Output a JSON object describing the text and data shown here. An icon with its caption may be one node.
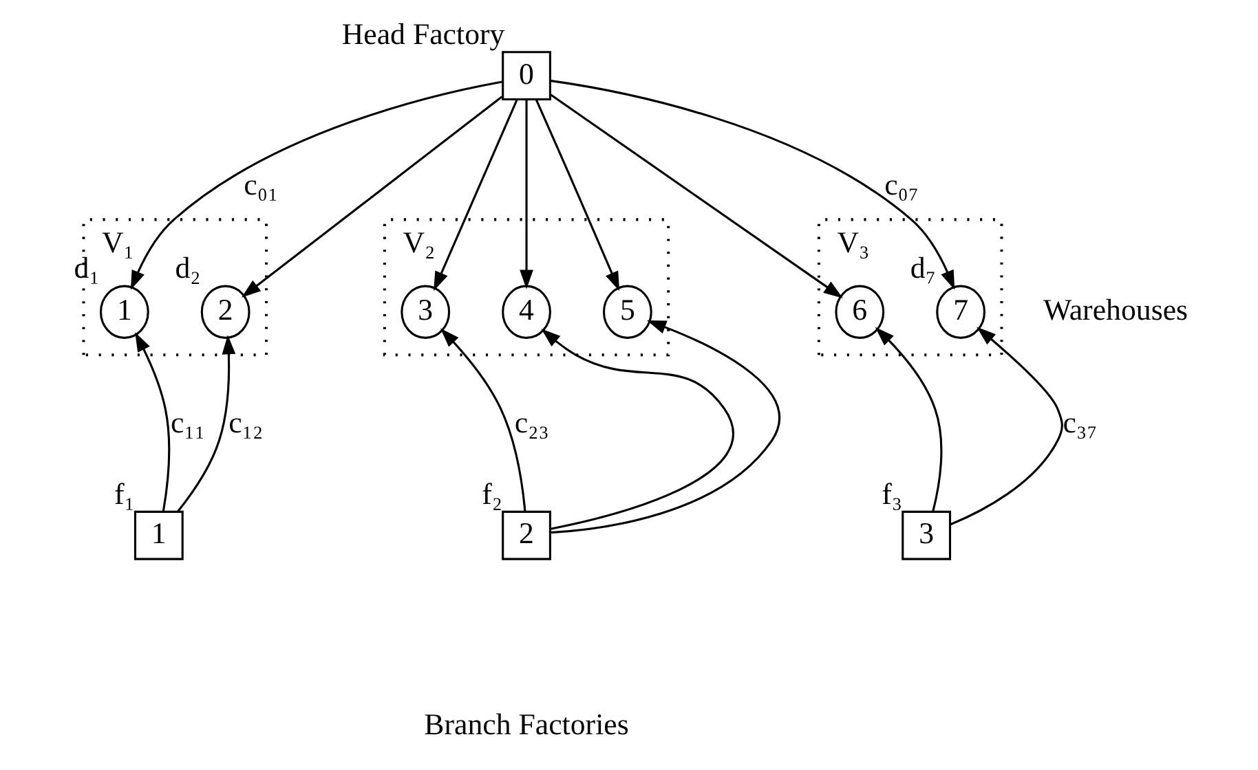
{
  "diagram": {
    "nodes": [
      {
        "text": [
          "0"
        ],
        "beside": [
          "Head Factory"
        ]
      },
      {
        "text": [
          "V₁"
        ]
      },
      {
        "text": [
          "1"
        ],
        "in": 1,
        "beside": [
          "d₁"
        ]
      },
      {
        "text": [
          "2"
        ],
        "in": 1,
        "beside": [
          "d₂"
        ]
      },
      {
        "text": [
          "V₂"
        ]
      },
      {
        "text": [
          "3"
        ],
        "in": 4
      },
      {
        "text": [
          "4"
        ],
        "in": 4
      },
      {
        "text": [
          "5"
        ],
        "in": 4
      },
      {
        "text": [
          "V₃"
        ]
      },
      {
        "text": [
          "6"
        ],
        "in": 8
      },
      {
        "text": [
          "7"
        ],
        "in": 8,
        "beside": [
          "d₇"
        ]
      },
      {
        "text": [
          "1"
        ],
        "beside": [
          "f₁"
        ]
      },
      {
        "text": [
          "2"
        ],
        "beside": [
          "f₂"
        ]
      },
      {
        "text": [
          "3"
        ],
        "beside": [
          "f₃"
        ]
      }
    ],
    "edges": [
      {
        "from": 0,
        "to": 2,
        "arrow": "to",
        "label": "c₀₁"
      },
      {
        "from": 0,
        "to": 3,
        "arrow": "to"
      },
      {
        "from": 0,
        "to": 5,
        "arrow": "to"
      },
      {
        "from": 0,
        "to": 6,
        "arrow": "to"
      },
      {
        "from": 0,
        "to": 7,
        "arrow": "to"
      },
      {
        "from": 0,
        "to": 9,
        "arrow": "to"
      },
      {
        "from": 0,
        "to": 10,
        "arrow": "to",
        "label": "c₀₇"
      },
      {
        "from": 11,
        "to": 2,
        "arrow": "to",
        "label": "c₁₁"
      },
      {
        "from": 11,
        "to": 3,
        "arrow": "to",
        "label": "c₁₂"
      },
      {
        "from": 12,
        "to": 5,
        "arrow": "to",
        "label": "c₂₃"
      },
      {
        "from": 12,
        "to": 6,
        "arrow": "to"
      },
      {
        "from": 12,
        "to": 7,
        "arrow": "to"
      },
      {
        "from": 13,
        "to": 9,
        "arrow": "to"
      },
      {
        "from": 13,
        "to": 10,
        "arrow": "to",
        "label": "c₃₇"
      }
    ],
    "labels": [
      "Warehouses",
      "Branch Factories"
    ]
  }
}
